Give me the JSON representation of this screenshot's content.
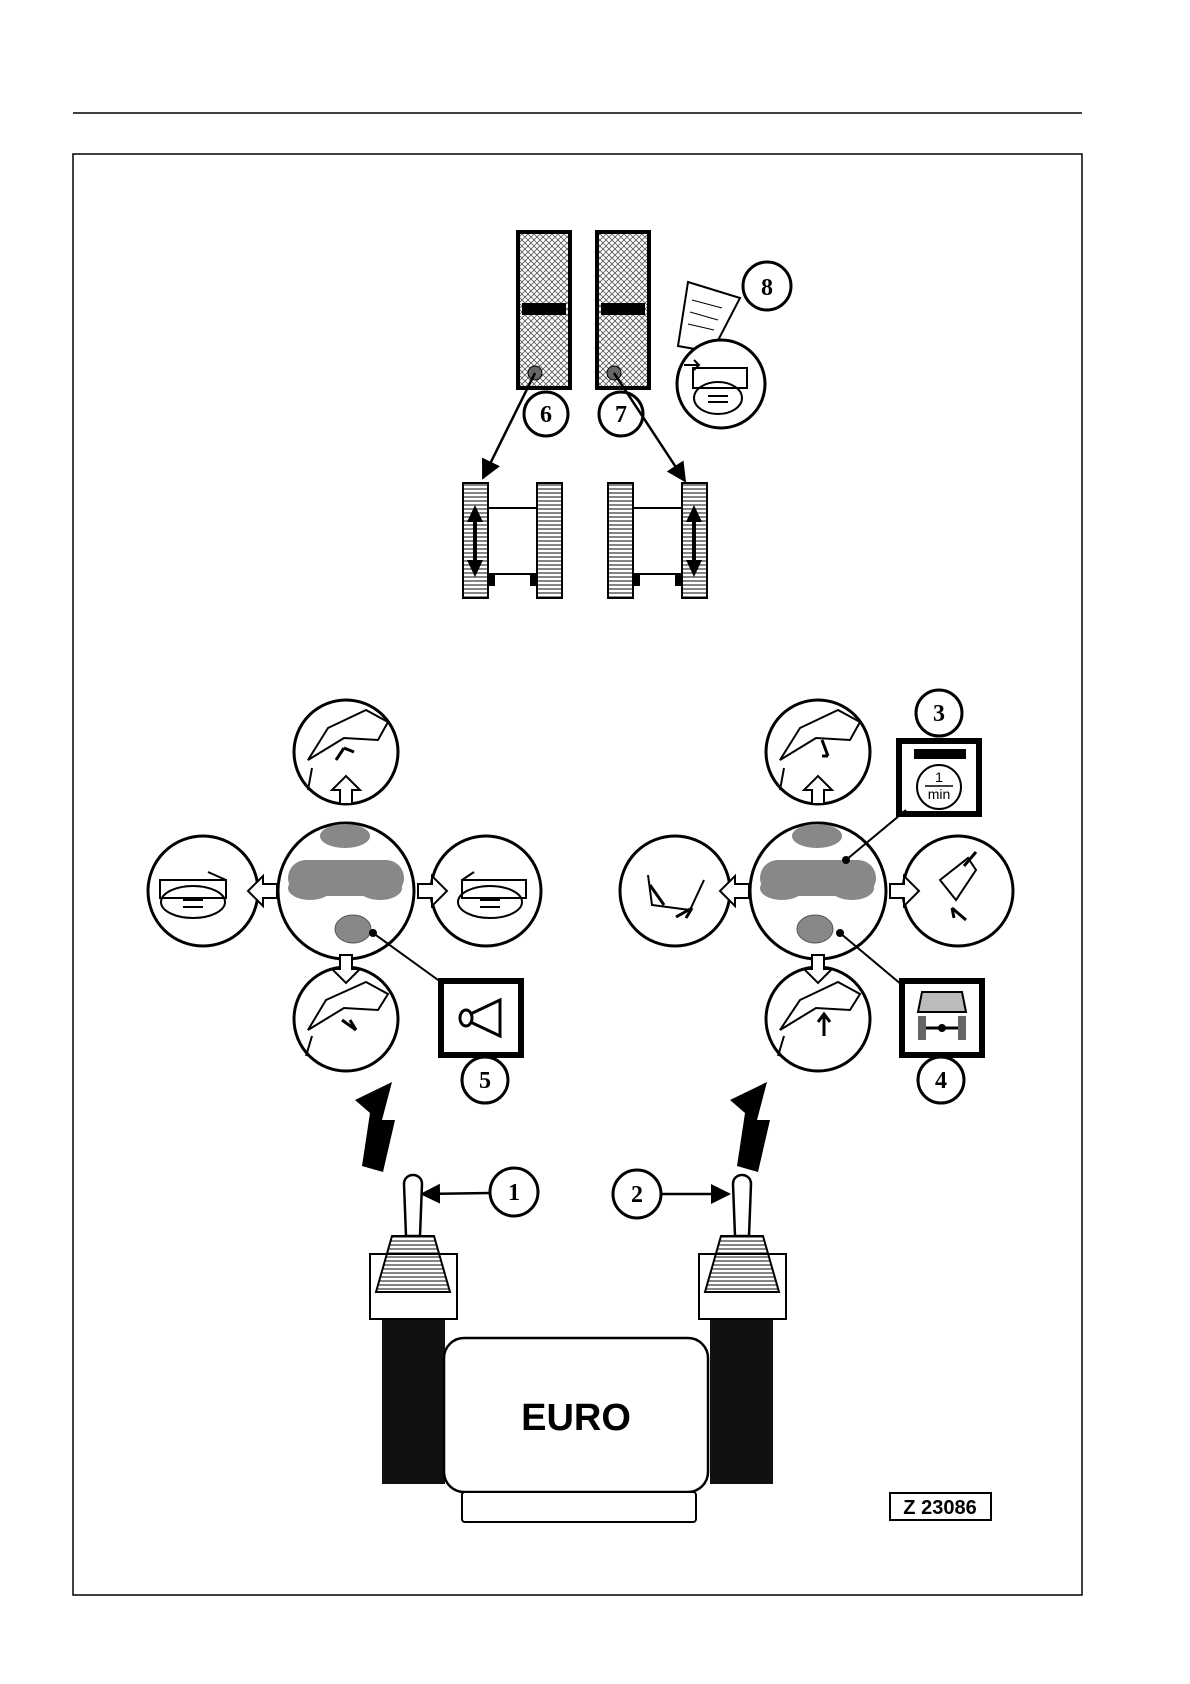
{
  "callouts": {
    "n1": "1",
    "n2": "2",
    "n3": "3",
    "n4": "4",
    "n5": "5",
    "n6": "6",
    "n7": "7",
    "n8": "8"
  },
  "seat_label": "EURO",
  "figure_ref": "Z 23086",
  "speed_icon": {
    "numerator": "1",
    "denominator": "min"
  },
  "icons": {
    "horn": "horn-icon",
    "float": "float-position-icon",
    "speed": "engine-speed-icon",
    "travel": "travel-track-icon",
    "operating_manual": "operating-manual-icon"
  },
  "colors": {
    "line": "#000000",
    "fill_gray": "#808080",
    "background": "#ffffff"
  }
}
